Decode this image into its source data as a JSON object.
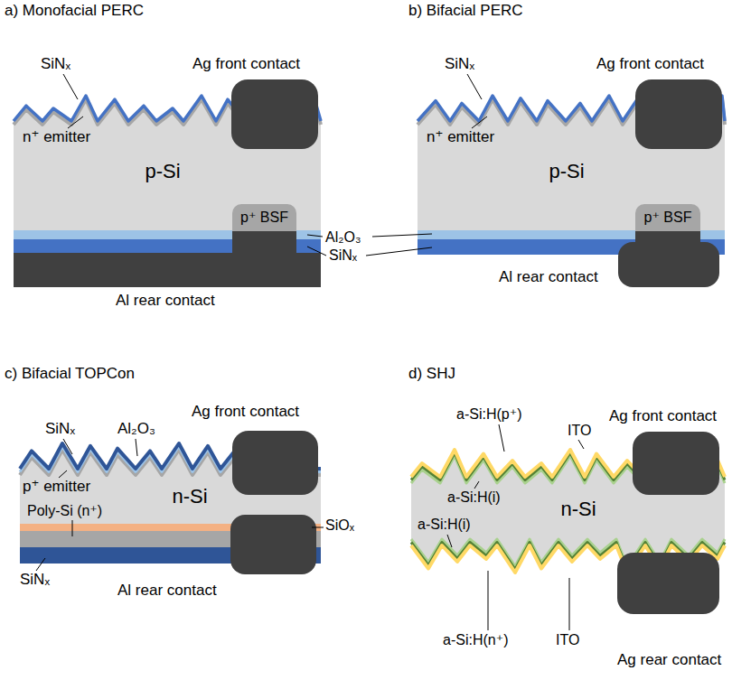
{
  "diagram": {
    "nodes": [
      {
        "text": [
          "p-Si"
        ]
      },
      {
        "text": [
          "p⁺ BSF"
        ]
      },
      {
        "text": [
          "p-Si"
        ]
      },
      {
        "text": [
          "p⁺ BSF"
        ]
      },
      {
        "text": [
          "n-Si"
        ]
      },
      {
        "text": [
          "n-Si"
        ]
      }
    ],
    "labels": [
      "a) Monofacial PERC",
      "SiNₓ",
      "Ag front contact",
      "n⁺ emitter",
      "Al₂O₃",
      "SiNₓ",
      "Al rear contact",
      "b) Bifacial PERC",
      "SiNₓ",
      "Ag front contact",
      "n⁺ emitter",
      "Al rear contact",
      "c) Bifacial TOPCon",
      "SiNₓ",
      "Al₂O₃",
      "Ag front contact",
      "p⁺ emitter",
      "Poly-Si (n⁺)",
      "SiOₓ",
      "SiNₓ",
      "Al rear contact",
      "d) SHJ",
      "a-Si:H(p⁺)",
      "ITO",
      "Ag front contact",
      "a-Si:H(i)",
      "a-Si:H(i)",
      "a-Si:H(n⁺)",
      "ITO",
      "Ag rear contact"
    ]
  }
}
